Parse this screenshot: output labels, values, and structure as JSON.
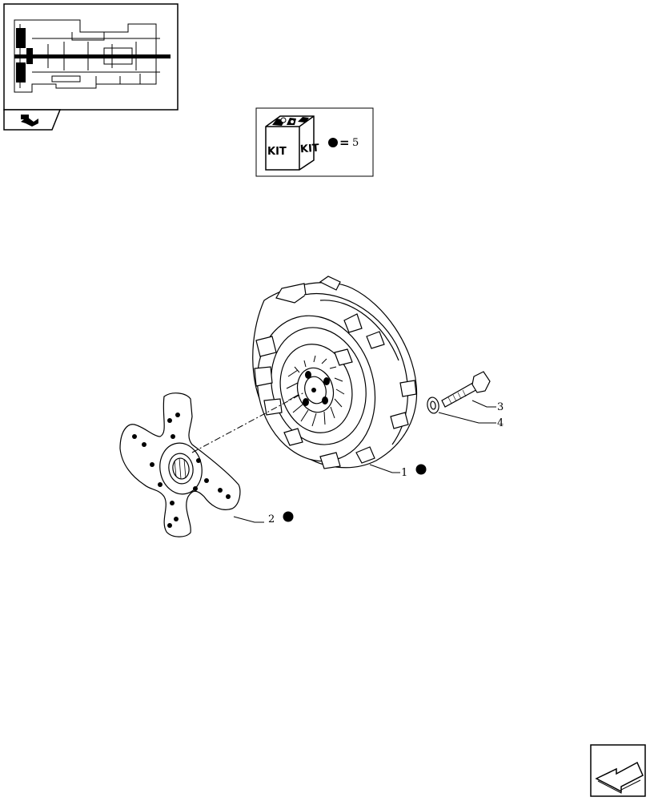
{
  "kit_legend": {
    "kit_text_left": "KIT",
    "kit_text_right": "KIT",
    "equals": "=",
    "kit_number": "5"
  },
  "callouts": [
    {
      "label": "1",
      "kit_marker": true
    },
    {
      "label": "2",
      "kit_marker": true
    },
    {
      "label": "3",
      "kit_marker": false
    },
    {
      "label": "4",
      "kit_marker": false
    }
  ],
  "colors": {
    "line": "#000000",
    "background": "#ffffff",
    "marker": "#000000"
  },
  "icons": [
    "transmission-section-thumbnail",
    "book-page-icon",
    "kit-box-icon",
    "next-page-arrow-icon"
  ]
}
